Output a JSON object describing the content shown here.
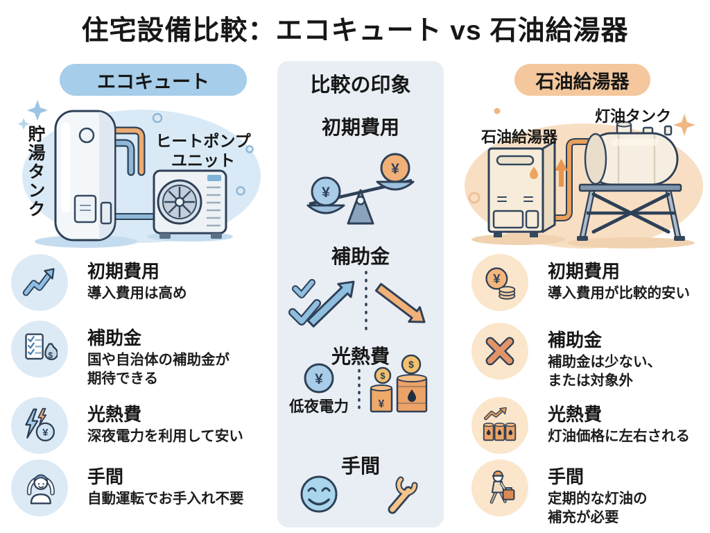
{
  "title": "住宅設備比較：エコキュート vs 石油給湯器",
  "glyphs": {
    "yen": "¥",
    "dollar": "$"
  },
  "colors": {
    "eco_accent": "#a6cde9",
    "oil_accent": "#f4c79c",
    "panel_bg": "#e8eef4",
    "outline_navy": "#2e4057",
    "blue_fill": "#8fbede",
    "orange_fill": "#f0b077"
  },
  "left_column": {
    "header": "エコキュート",
    "illustration": {
      "tank_label": "貯湯タンク",
      "unit_label_line1": "ヒートポンプ",
      "unit_label_line2": "ユニット"
    },
    "items": [
      {
        "title": "初期費用",
        "lines": [
          "導入費用は高め"
        ]
      },
      {
        "title": "補助金",
        "lines": [
          "国や自治体の補助金が",
          "期待できる"
        ]
      },
      {
        "title": "光熱費",
        "lines": [
          "深夜電力を利用して安い"
        ]
      },
      {
        "title": "手間",
        "lines": [
          "自動運転でお手入れ不要"
        ]
      }
    ]
  },
  "center_column": {
    "header": "比較の印象",
    "sections": [
      {
        "title": "初期費用"
      },
      {
        "title": "補助金"
      },
      {
        "title": "光熱費",
        "left_label": "低夜電力"
      },
      {
        "title": "手間"
      }
    ]
  },
  "right_column": {
    "header": "石油給湯器",
    "illustration": {
      "boiler_label": "石油給湯器",
      "tank_label": "灯油タンク"
    },
    "items": [
      {
        "title": "初期費用",
        "lines": [
          "導入費用が比較的安い"
        ]
      },
      {
        "title": "補助金",
        "lines": [
          "補助金は少ない、",
          "または対象外"
        ]
      },
      {
        "title": "光熱費",
        "lines": [
          "灯油価格に左右される"
        ]
      },
      {
        "title": "手間",
        "lines": [
          "定期的な灯油の",
          "補充が必要"
        ]
      }
    ]
  }
}
